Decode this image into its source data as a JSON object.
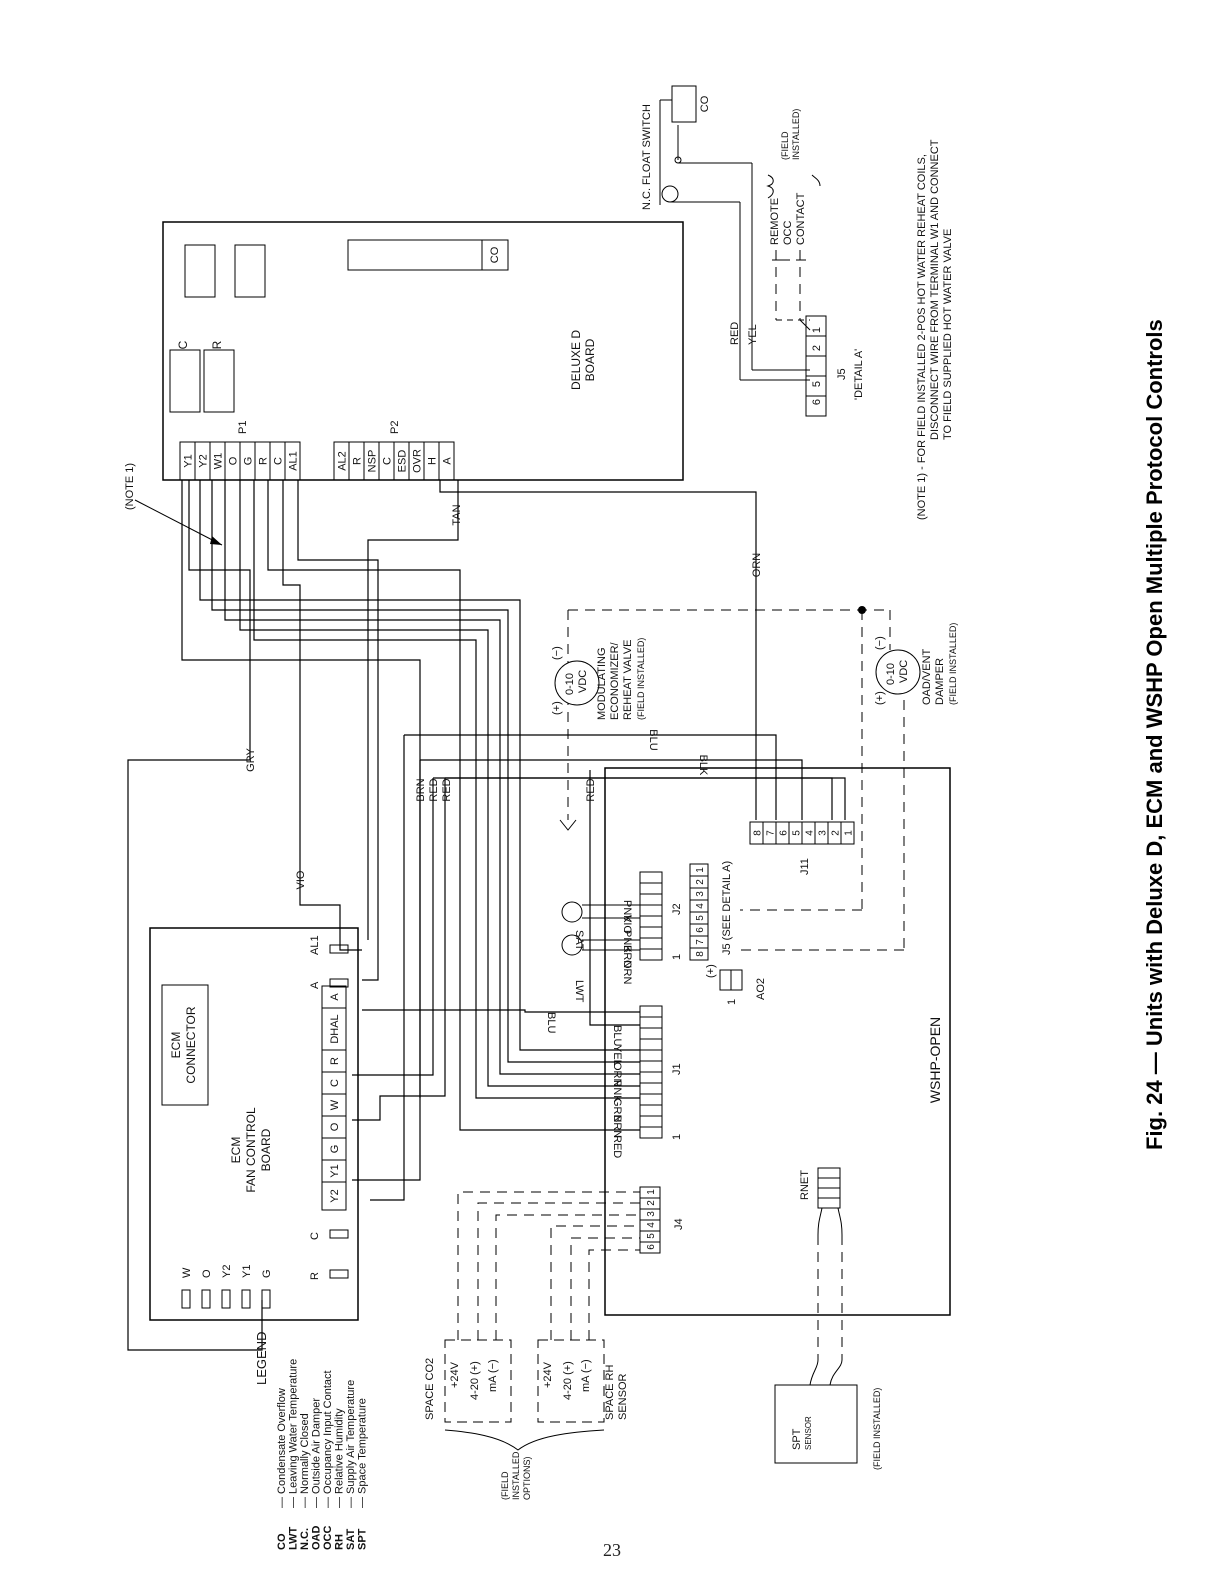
{
  "figure": {
    "caption": "Fig. 24 — Units with Deluxe D, ECM and WSHP Open Multiple Protocol Controls",
    "page_number": "23",
    "note1": [
      "(NOTE 1) - FOR FIELD INSTALLED 2-POS HOT WATER REHEAT COILS,",
      "DISCONNECT WIRE FROM TERMINAL W1 AND CONNECT",
      "TO FIELD SUPPLIED HOT WATER VALVE"
    ],
    "note1_callout": "(NOTE 1)"
  },
  "deluxe_board": {
    "name_lines": [
      "DELUXE D",
      "BOARD"
    ],
    "co_label": "CO",
    "c_label": "C",
    "r_label": "R",
    "p1_label": "P1",
    "p1_terminals": [
      "Y1",
      "Y2",
      "W1",
      "O",
      "G",
      "R",
      "C",
      "AL1"
    ],
    "p2_label": "P2",
    "p2_terminals": [
      "AL2",
      "R",
      "NSP",
      "C",
      "ESD",
      "OVR",
      "H",
      "A"
    ]
  },
  "float_switch": {
    "label": "N.C. FLOAT SWITCH",
    "co": "CO"
  },
  "remote_occ": {
    "lines": [
      "REMOTE",
      "OCC",
      "CONTACT"
    ],
    "field": [
      "(FIELD",
      "INSTALLED)"
    ]
  },
  "j5_detail": {
    "label": "J5",
    "detail": "'DETAIL A'",
    "pins": [
      "6",
      "5",
      "",
      "2",
      "1"
    ]
  },
  "wires": {
    "red": "RED",
    "yel": "YEL",
    "tan": "TAN",
    "orn": "ORN",
    "gry": "GRY",
    "vio": "VIO",
    "blu": "BLU",
    "blk": "BLK",
    "brn": "BRN",
    "grn": "GRN",
    "pnk": "PNK"
  },
  "mod_valve": {
    "signal": [
      "(+)",
      "0-10",
      "VDC",
      "(−)"
    ],
    "lines": [
      "MODULATING",
      "ECONOMIZER/",
      "REHEAT VALVE",
      "(FIELD INSTALLED)"
    ]
  },
  "oad_damper": {
    "signal": [
      "(+)",
      "0-10",
      "VDC",
      "(−)"
    ],
    "lines": [
      "OAD/VENT",
      "DAMPER",
      "(FIELD INSTALLED)"
    ]
  },
  "ecm_board": {
    "connector": [
      "ECM",
      "CONNECTOR"
    ],
    "name_lines": [
      "ECM",
      "FAN CONTROL",
      "BOARD"
    ],
    "terminal_strip": [
      "Y2",
      "Y1",
      "G",
      "O",
      "W",
      "C",
      "R",
      "DHAL",
      "A"
    ],
    "side_terms": [
      "W",
      "O",
      "Y2",
      "Y1",
      "G"
    ],
    "right_terms": [
      "AL1",
      "A"
    ],
    "left_terms": [
      "R",
      "C"
    ]
  },
  "wshp": {
    "name": "WSHP-OPEN",
    "j1": "J1",
    "j2": "J2",
    "j4": "J4",
    "j11": "J11",
    "j5_ref": "J5 (SEE DETAIL A)",
    "j5_pins": [
      "8",
      "7",
      "6",
      "5",
      "4",
      "3",
      "2",
      "1"
    ],
    "j11_pins": [
      "8",
      "7",
      "6",
      "5",
      "4",
      "3",
      "2",
      "1"
    ],
    "j4_pins": [
      "6",
      "5",
      "4",
      "3",
      "2",
      "1"
    ],
    "ao2": "AO2",
    "ao2_plus": "(+)",
    "ao2_one": "1",
    "rnet": "RNET",
    "one": "1",
    "lwt": "LWT",
    "sat": "SAT"
  },
  "sensors": {
    "co2": [
      "SPACE CO2"
    ],
    "co2_terms": [
      "+24V",
      "4-20 (+)",
      "mA (−)"
    ],
    "rh": [
      "SPACE RH",
      "SENSOR"
    ],
    "rh_terms": [
      "+24V",
      "4-20 (+)",
      "mA (−)"
    ],
    "field_options": [
      "(FIELD",
      "INSTALLED",
      "OPTIONS)"
    ],
    "spt": "SPT",
    "spt_sensor": "SENSOR",
    "spt_field": "(FIELD INSTALLED)"
  },
  "legend": {
    "title": "LEGEND",
    "items": [
      {
        "abbr": "CO",
        "desc": "Condensate Overflow"
      },
      {
        "abbr": "LWT",
        "desc": "Leaving Water Temperature"
      },
      {
        "abbr": "N.C.",
        "desc": "Normally Closed"
      },
      {
        "abbr": "OAD",
        "desc": "Outside Air Damper"
      },
      {
        "abbr": "OCC",
        "desc": "Occupancy Input Contact"
      },
      {
        "abbr": "RH",
        "desc": "Relative Humidity"
      },
      {
        "abbr": "SAT",
        "desc": "Supply Air Temperature"
      },
      {
        "abbr": "SPT",
        "desc": "Space Temperature"
      }
    ]
  }
}
